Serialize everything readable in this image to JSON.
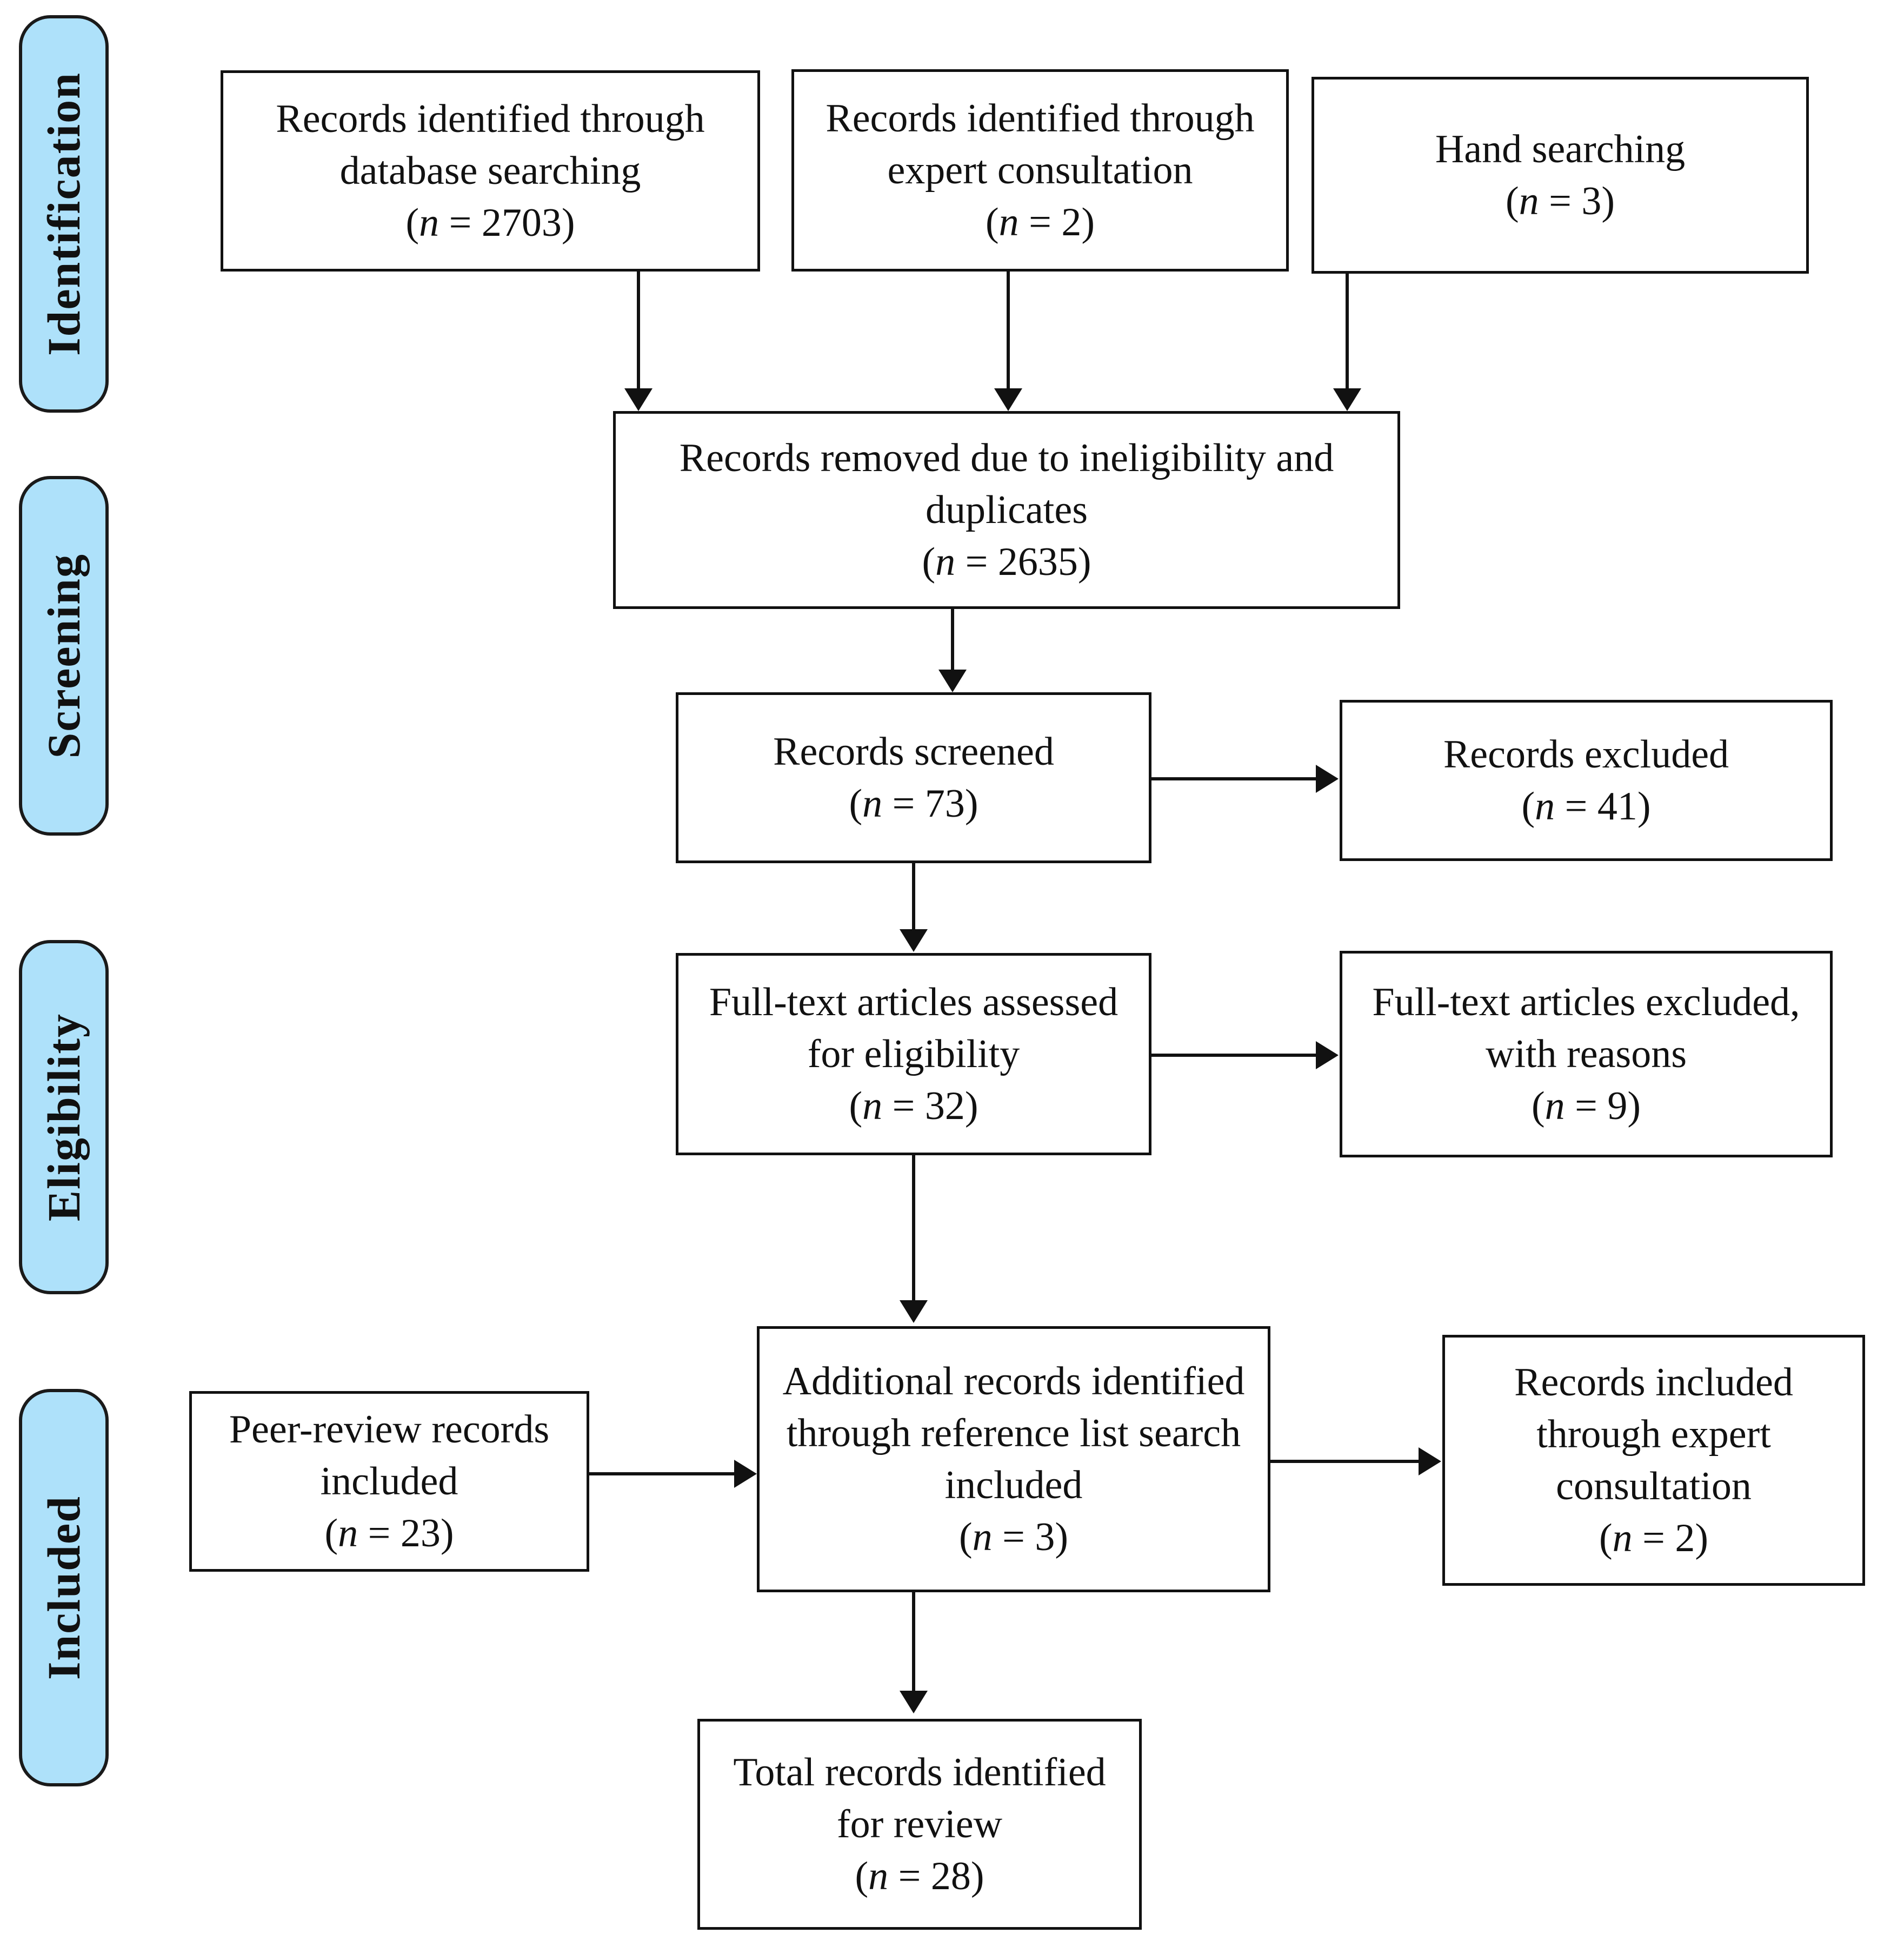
{
  "figure": {
    "type": "prisma-flow-diagram",
    "accent_color": "#AEE1FA",
    "line_color": "#111111",
    "background": "#FFFFFF"
  },
  "phases": [
    {
      "key": "identification",
      "label": "Identification"
    },
    {
      "key": "screening",
      "label": "Screening"
    },
    {
      "key": "eligibility",
      "label": "Eligibility"
    },
    {
      "key": "included",
      "label": "Included"
    }
  ],
  "boxes": {
    "db_search": {
      "l1": "Records identified through",
      "l2": "database searching",
      "n": "(n = 2703)",
      "count": 2703
    },
    "expert_top": {
      "l1": "Records identified through",
      "l2": "expert consultation",
      "n": "(n = 2)",
      "count": 2
    },
    "hand_search": {
      "l1": "Hand searching",
      "l2": "",
      "n": "(n = 3)",
      "count": 3
    },
    "removed": {
      "l1": "Records removed due to ineligibility and",
      "l2": "duplicates",
      "n": "(n = 2635)",
      "count": 2635
    },
    "screened": {
      "l1": "Records screened",
      "l2": "",
      "n": "(n = 73)",
      "count": 73
    },
    "excluded": {
      "l1": "Records excluded",
      "l2": "",
      "n": "(n = 41)",
      "count": 41
    },
    "fulltext": {
      "l1": "Full-text articles assessed",
      "l2": "for eligibility",
      "n": "(n = 32)",
      "count": 32
    },
    "fulltext_exc": {
      "l1": "Full-text articles excluded,",
      "l2": "with reasons",
      "n": "(n = 9)",
      "count": 9
    },
    "peer_review": {
      "l1": "Peer-review records",
      "l2": "included",
      "n": "(n = 23)",
      "count": 23
    },
    "additional": {
      "l1": "Additional records identified",
      "l2": "through reference list search",
      "l3": "included",
      "n": "(n = 3)",
      "count": 3
    },
    "expert_incl": {
      "l1": "Records included",
      "l2": "through expert",
      "l3": "consultation",
      "n": "(n = 2)",
      "count": 2
    },
    "total": {
      "l1": "Total records identified",
      "l2": "for review",
      "n": "(n = 28)",
      "count": 28
    }
  }
}
